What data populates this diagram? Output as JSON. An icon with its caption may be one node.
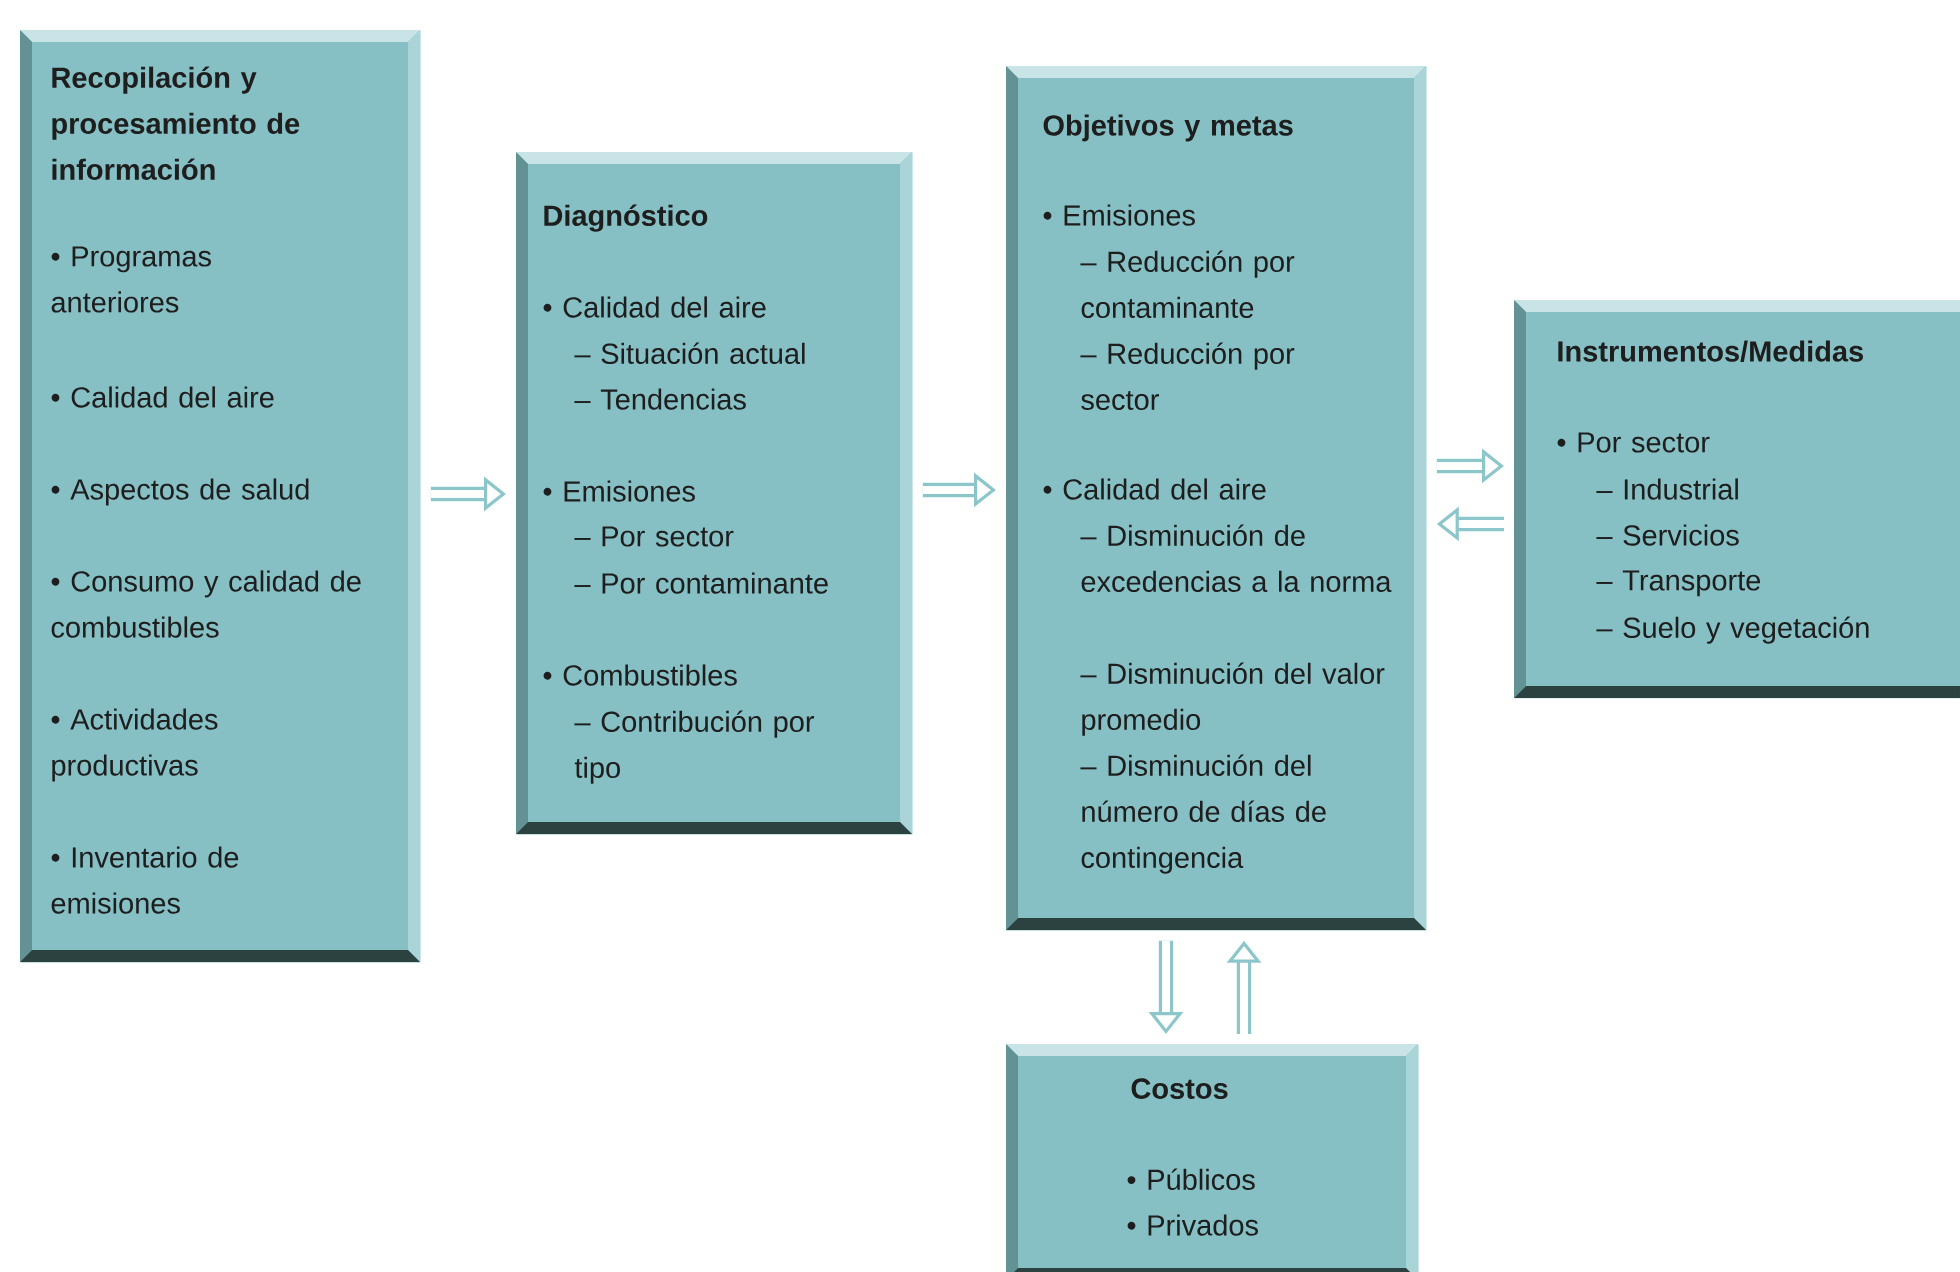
{
  "diagram": {
    "nodes": [
      {
        "text": [
          "Recopilación y procesamiento de información",
          "• Programas anteriores",
          "• Calidad del aire",
          "• Aspectos de salud",
          "• Consumo y calidad de combustibles",
          "• Actividades productivas",
          "• Inventario de emisiones"
        ]
      },
      {
        "text": [
          "Diagnóstico",
          "• Calidad del aire",
          "– Situación actual",
          "– Tendencias",
          "• Emisiones",
          "– Por sector",
          "– Por contaminante",
          "• Combustibles",
          "– Contribución por tipo"
        ]
      },
      {
        "text": [
          "Objetivos y metas",
          "• Emisiones",
          "– Reducción por contaminante",
          "– Reducción por sector",
          "• Calidad del aire",
          "– Disminución de excedencias a la norma",
          "– Disminución del valor promedio",
          "– Disminución del número de días de contingencia"
        ]
      },
      {
        "text": [
          "Instrumentos/Medidas",
          "• Por sector",
          "– Industrial",
          "– Servicios",
          "– Transporte",
          "– Suelo y vegetación"
        ]
      },
      {
        "text": [
          "Costos",
          "• Públicos",
          "• Privados"
        ]
      }
    ],
    "edges": [
      {
        "from": 0,
        "to": 1,
        "arrow": "to"
      },
      {
        "from": 1,
        "to": 2,
        "arrow": "to"
      },
      {
        "from": 2,
        "to": 3,
        "arrow": "to"
      },
      {
        "from": 3,
        "to": 2,
        "arrow": "to"
      },
      {
        "from": 2,
        "to": 4,
        "arrow": "to"
      },
      {
        "from": 4,
        "to": 2,
        "arrow": "to"
      }
    ]
  }
}
